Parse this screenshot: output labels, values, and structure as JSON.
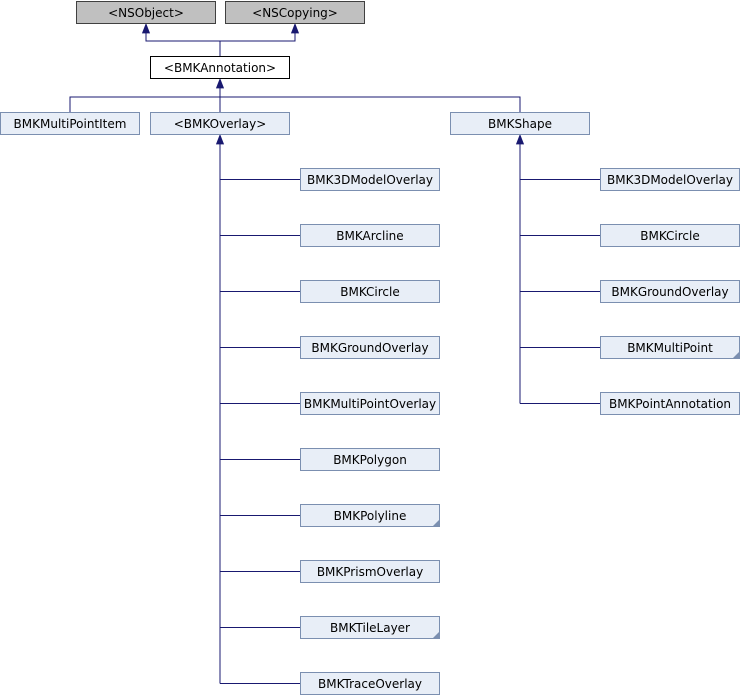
{
  "nodes": [
    {
      "id": "nsobject",
      "label": "<NSObject>",
      "kind": "external"
    },
    {
      "id": "nscopying",
      "label": "<NSCopying>",
      "kind": "external"
    },
    {
      "id": "bmkannotation",
      "label": "<BMKAnnotation>",
      "kind": "protocol"
    },
    {
      "id": "bmkmultipointitem",
      "label": "BMKMultiPointItem",
      "kind": "class"
    },
    {
      "id": "bmkoverlay",
      "label": "<BMKOverlay>",
      "kind": "class"
    },
    {
      "id": "bmkshape",
      "label": "BMKShape",
      "kind": "class"
    },
    {
      "id": "ov-3dmodel",
      "label": "BMK3DModelOverlay",
      "kind": "class"
    },
    {
      "id": "ov-arcline",
      "label": "BMKArcline",
      "kind": "class"
    },
    {
      "id": "ov-circle",
      "label": "BMKCircle",
      "kind": "class"
    },
    {
      "id": "ov-groundoverlay",
      "label": "BMKGroundOverlay",
      "kind": "class"
    },
    {
      "id": "ov-multipointoverlay",
      "label": "BMKMultiPointOverlay",
      "kind": "class"
    },
    {
      "id": "ov-polygon",
      "label": "BMKPolygon",
      "kind": "class"
    },
    {
      "id": "ov-polyline",
      "label": "BMKPolyline",
      "kind": "class",
      "has_children": true
    },
    {
      "id": "ov-prismoverlay",
      "label": "BMKPrismOverlay",
      "kind": "class"
    },
    {
      "id": "ov-tilelayer",
      "label": "BMKTileLayer",
      "kind": "class",
      "has_children": true
    },
    {
      "id": "ov-traceoverlay",
      "label": "BMKTraceOverlay",
      "kind": "class"
    },
    {
      "id": "sh-3dmodel",
      "label": "BMK3DModelOverlay",
      "kind": "class"
    },
    {
      "id": "sh-circle",
      "label": "BMKCircle",
      "kind": "class"
    },
    {
      "id": "sh-groundoverlay",
      "label": "BMKGroundOverlay",
      "kind": "class"
    },
    {
      "id": "sh-multipoint",
      "label": "BMKMultiPoint",
      "kind": "class",
      "has_children": true
    },
    {
      "id": "sh-pointannotation",
      "label": "BMKPointAnnotation",
      "kind": "class"
    }
  ],
  "edges": [
    {
      "parent": "nsobject",
      "child": "bmkannotation"
    },
    {
      "parent": "nscopying",
      "child": "bmkannotation"
    },
    {
      "parent": "bmkannotation",
      "child": "bmkmultipointitem"
    },
    {
      "parent": "bmkannotation",
      "child": "bmkoverlay"
    },
    {
      "parent": "bmkannotation",
      "child": "bmkshape"
    },
    {
      "parent": "bmkoverlay",
      "child": "ov-3dmodel"
    },
    {
      "parent": "bmkoverlay",
      "child": "ov-arcline"
    },
    {
      "parent": "bmkoverlay",
      "child": "ov-circle"
    },
    {
      "parent": "bmkoverlay",
      "child": "ov-groundoverlay"
    },
    {
      "parent": "bmkoverlay",
      "child": "ov-multipointoverlay"
    },
    {
      "parent": "bmkoverlay",
      "child": "ov-polygon"
    },
    {
      "parent": "bmkoverlay",
      "child": "ov-polyline"
    },
    {
      "parent": "bmkoverlay",
      "child": "ov-prismoverlay"
    },
    {
      "parent": "bmkoverlay",
      "child": "ov-tilelayer"
    },
    {
      "parent": "bmkoverlay",
      "child": "ov-traceoverlay"
    },
    {
      "parent": "bmkshape",
      "child": "sh-3dmodel"
    },
    {
      "parent": "bmkshape",
      "child": "sh-circle"
    },
    {
      "parent": "bmkshape",
      "child": "sh-groundoverlay"
    },
    {
      "parent": "bmkshape",
      "child": "sh-multipoint"
    },
    {
      "parent": "bmkshape",
      "child": "sh-pointannotation"
    }
  ],
  "colors": {
    "edge": "#191970",
    "external_fill": "#c0c0c0",
    "class_fill": "#e8eef7",
    "class_border": "#7b8fb0"
  }
}
